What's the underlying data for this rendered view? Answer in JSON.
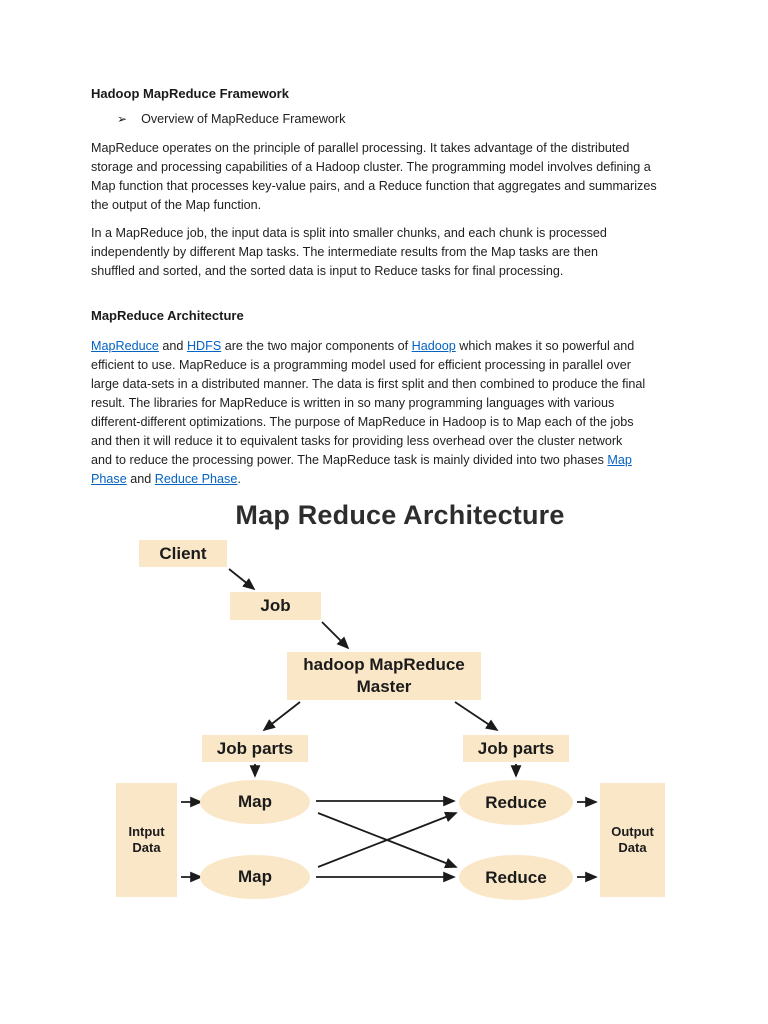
{
  "document": {
    "title": "Hadoop MapReduce Framework",
    "bullet": {
      "glyph": "➢",
      "text": "Overview of MapReduce Framework"
    },
    "paragraph1": "MapReduce operates on the principle of parallel processing. It takes advantage of the distributed\nstorage and processing capabilities of a Hadoop cluster. The programming model involves defining a\nMap function that processes key-value pairs, and a Reduce function that aggregates and summarizes\nthe output of the Map function.",
    "paragraph2": "In a MapReduce job, the input data is split into smaller chunks, and each chunk is processed\nindependently by different Map tasks. The intermediate results from the Map tasks are then\nshuffled and sorted, and the sorted data is input to Reduce tasks for final processing.",
    "section_heading": "MapReduce Architecture",
    "paragraph3_segments": [
      {
        "t": "MapReduce",
        "link": true
      },
      {
        "t": " and "
      },
      {
        "t": "HDFS",
        "link": true
      },
      {
        "t": " are the two major components of "
      },
      {
        "t": "Hadoop",
        "link": true
      },
      {
        "t": " which makes it so powerful and\nefficient to use. MapReduce is a programming model used for efficient processing in parallel over\nlarge data-sets in a distributed manner. The data is first split and then combined to produce the final\nresult. The libraries for MapReduce is written in so many programming languages with various\ndifferent-different optimizations. The purpose of MapReduce in Hadoop is to Map each of the jobs\nand then it will reduce it to equivalent tasks for providing less overhead over the cluster network\nand to reduce the processing power. The MapReduce task is mainly divided into two phases "
      },
      {
        "t": "Map\nPhase",
        "link": true
      },
      {
        "t": " and "
      },
      {
        "t": "Reduce Phase",
        "link": true
      },
      {
        "t": "."
      }
    ],
    "link_color": "#0563c1"
  },
  "diagram": {
    "title": "Map Reduce Architecture",
    "box_fill": "#fae7c8",
    "arrow_color": "#1b1b1b",
    "nodes": {
      "client": "Client",
      "job": "Job",
      "master": "hadoop MapReduce Master",
      "job_parts_left": "Job parts",
      "job_parts_right": "Job parts",
      "map1": "Map",
      "map2": "Map",
      "reduce1": "Reduce",
      "reduce2": "Reduce",
      "input": "Intput\nData",
      "output": "Output\nData"
    }
  }
}
